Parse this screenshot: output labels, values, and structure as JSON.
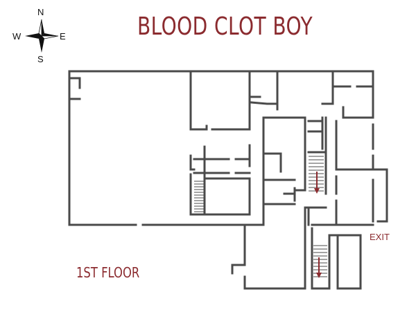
{
  "title": "BLOOD CLOT BOY",
  "floor_label": "1ST FLOOR",
  "exit_label": "EXIT",
  "compass": {
    "n": "N",
    "s": "S",
    "e": "E",
    "w": "W"
  },
  "colors": {
    "accent": "#8b2b2f",
    "wall": "#4a4a4a",
    "background": "#ffffff"
  },
  "icons": [
    "compass-rose-icon",
    "stair-arrow-icon"
  ]
}
